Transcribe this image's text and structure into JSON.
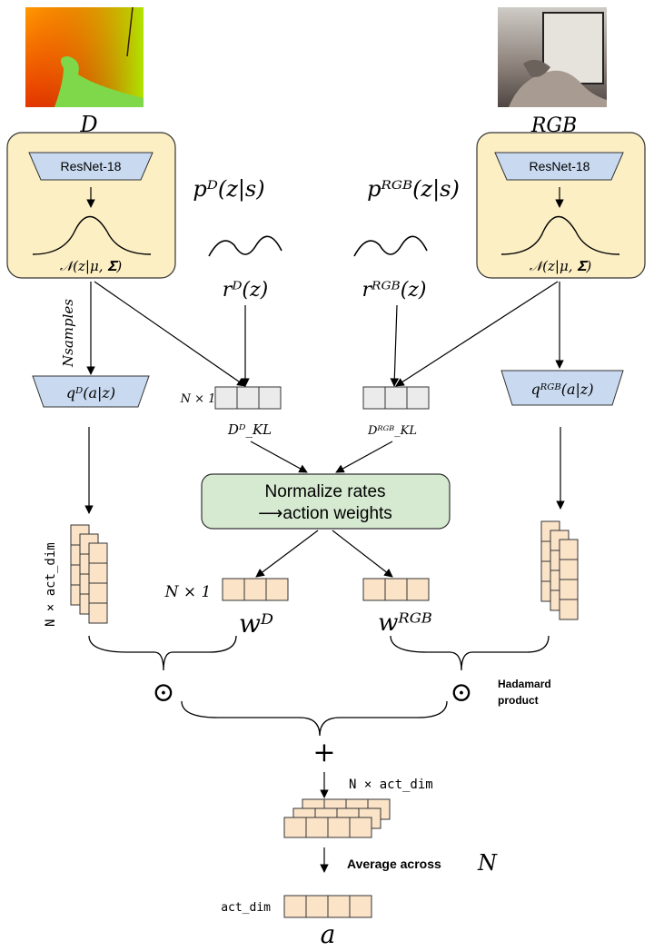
{
  "inputs": {
    "depth_label": "D",
    "rgb_label": "RGB"
  },
  "encoders": {
    "depth_backbone": "ResNet-18",
    "rgb_backbone": "ResNet-18",
    "depth_posterior": "𝒩(z|μ, 𝚺)",
    "rgb_posterior": "𝒩(z|μ, 𝚺)"
  },
  "distributions": {
    "p_depth": "pᴰ(z|s)",
    "p_rgb": "pᴿᴳᴮ(z|s)",
    "r_depth": "rᴰ(z)",
    "r_rgb": "rᴿᴳᴮ(z)"
  },
  "samples_label": "Nsamples",
  "decoders": {
    "q_depth": "qᴰ(a|z)",
    "q_rgb": "qᴿᴳᴮ(a|z)"
  },
  "kl": {
    "shape_label": "N × 1",
    "depth_label": "Dᴰ_KL",
    "rgb_label": "Dᴿᴳᴮ_KL"
  },
  "normalize": {
    "line1": "Normalize rates",
    "line2": "⟶action weights"
  },
  "weights": {
    "shape_label": "N × 1",
    "depth_label": "wᴰ",
    "rgb_label": "wᴿᴳᴮ"
  },
  "action_stack_label": "N × act_dim",
  "hadamard": {
    "symbol": "⊙",
    "label_line1": "Hadamard",
    "label_line2": "product"
  },
  "sum_symbol": "+",
  "combined_label": "N × act_dim",
  "average_label": "Average across",
  "average_var": "N",
  "final": {
    "shape_label": "act_dim",
    "output_label": "a"
  },
  "colors": {
    "encoder_fill": "#fcefc4",
    "encoder_stroke": "#333333",
    "backbone_fill": "#c9daf0",
    "normalize_fill": "#d6ead1",
    "cell_fill_light": "#ebebeb",
    "cell_fill_peach": "#fbe3c8"
  }
}
